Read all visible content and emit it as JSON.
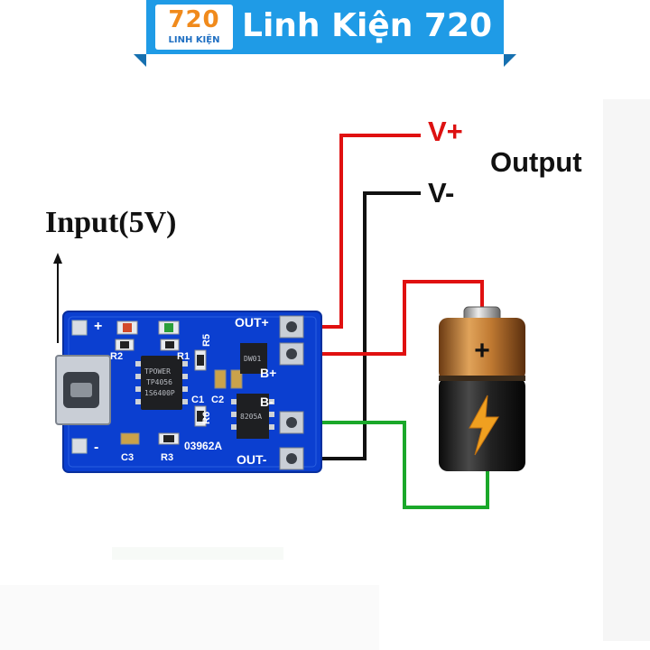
{
  "header": {
    "logo_number": "720",
    "logo_subtitle": "LINH KIỆN",
    "brand_name": "Linh Kiện 720",
    "color": "#1f9be6"
  },
  "labels": {
    "input": "Input(5V)",
    "output": "Output",
    "v_plus": "V+",
    "v_minus": "V-"
  },
  "board": {
    "silk": {
      "out_plus": "OUT+",
      "out_minus": "OUT-",
      "b_plus": "B+",
      "b_minus": "B-",
      "plus": "+",
      "minus": "-",
      "r1": "R1",
      "r2": "R2",
      "r3": "R3",
      "r5": "R5",
      "r6": "R6",
      "c1": "C1",
      "c2": "C2",
      "c3": "C3",
      "code": "03962A",
      "ic1_top": "TPOWER",
      "ic1_mid": "TP4056",
      "ic1_bot": "1S6400P",
      "ic2": "DW01",
      "ic3": "8205A"
    },
    "color": "#0b3fd0"
  },
  "wires": {
    "red": "#e01010",
    "black": "#111111",
    "green": "#1aa82a"
  },
  "icons": [
    "battery-icon",
    "lightning-bolt-icon",
    "micro-usb-port-icon",
    "arrow-up-icon"
  ]
}
